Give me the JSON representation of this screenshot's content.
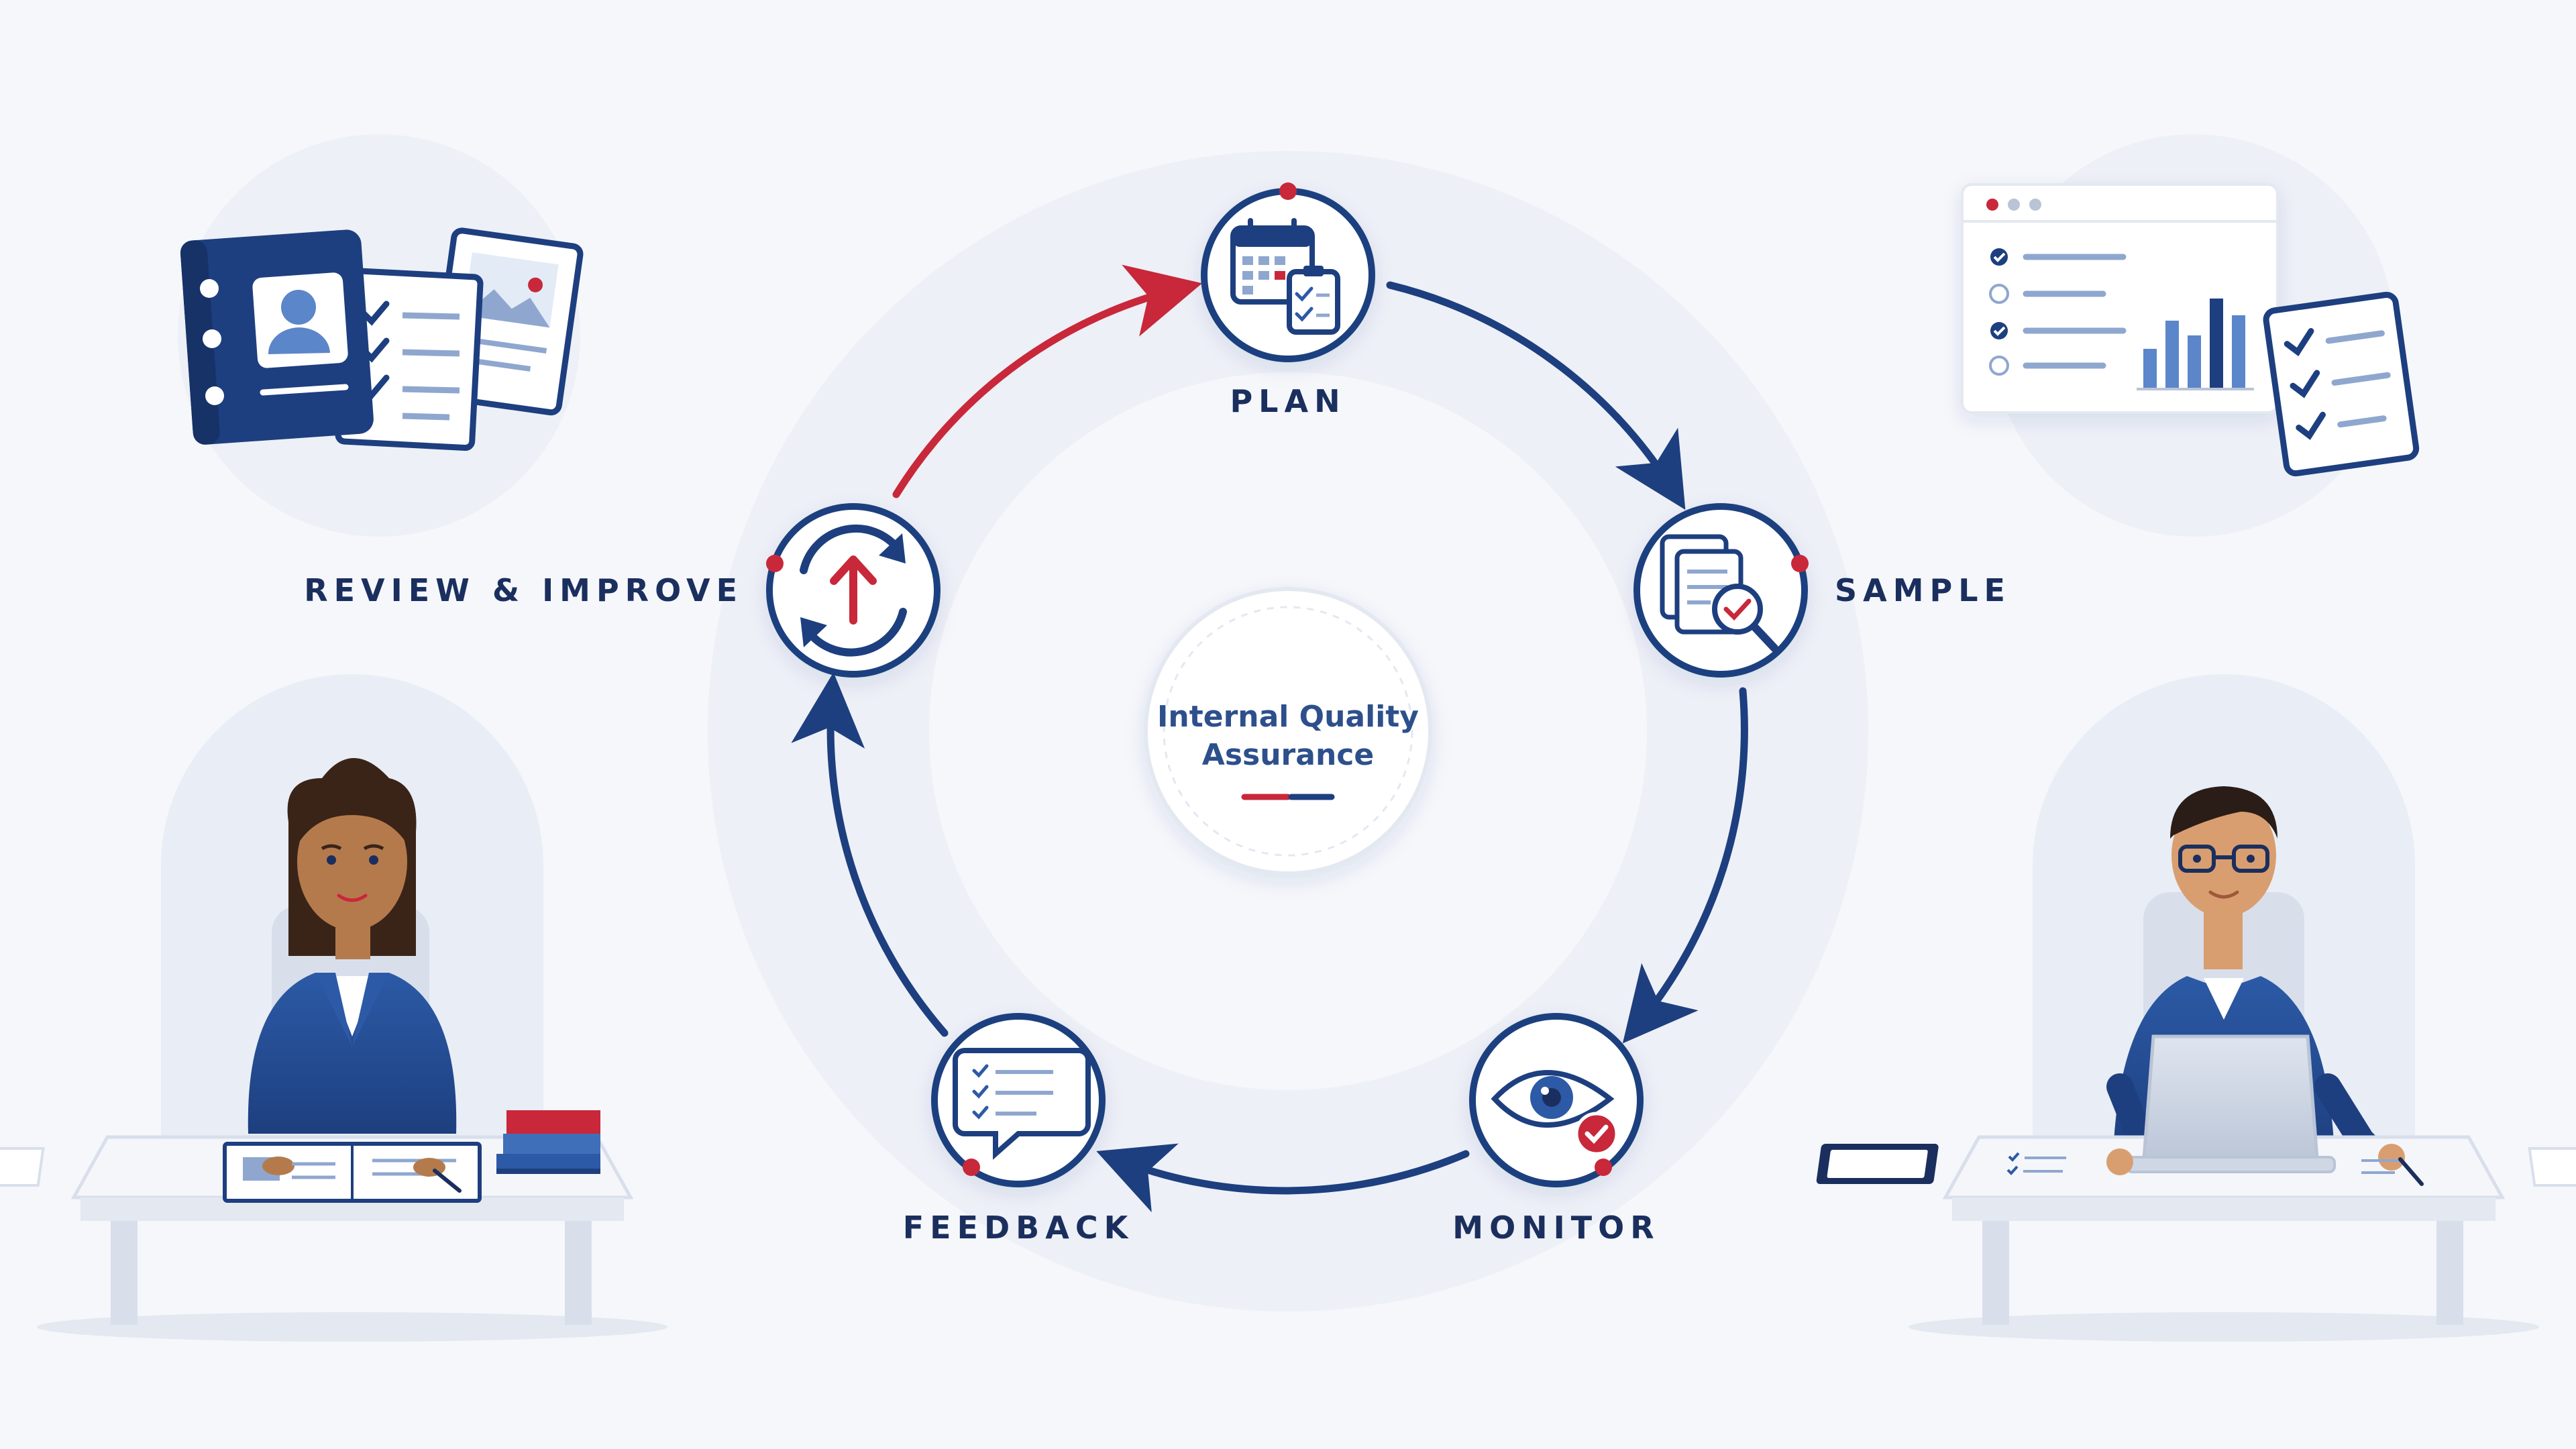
{
  "center": {
    "line1": "Internal Quality",
    "line2": "Assurance"
  },
  "steps": [
    {
      "id": "plan",
      "label": "PLAN",
      "icon": "calendar-checklist-icon"
    },
    {
      "id": "sample",
      "label": "SAMPLE",
      "icon": "documents-magnifier-icon"
    },
    {
      "id": "monitor",
      "label": "MONITOR",
      "icon": "eye-check-icon"
    },
    {
      "id": "feedback",
      "label": "FEEDBACK",
      "icon": "speech-bubble-checklist-icon"
    },
    {
      "id": "review",
      "label": "REVIEW & IMPROVE",
      "icon": "refresh-arrow-up-icon"
    }
  ],
  "colors": {
    "navy": "#1d3f7f",
    "dark_navy": "#1b2f5e",
    "red": "#c8283a",
    "light_blue": "#5b86c9",
    "background": "#f5f7fb",
    "ring": "#e9edf5"
  }
}
